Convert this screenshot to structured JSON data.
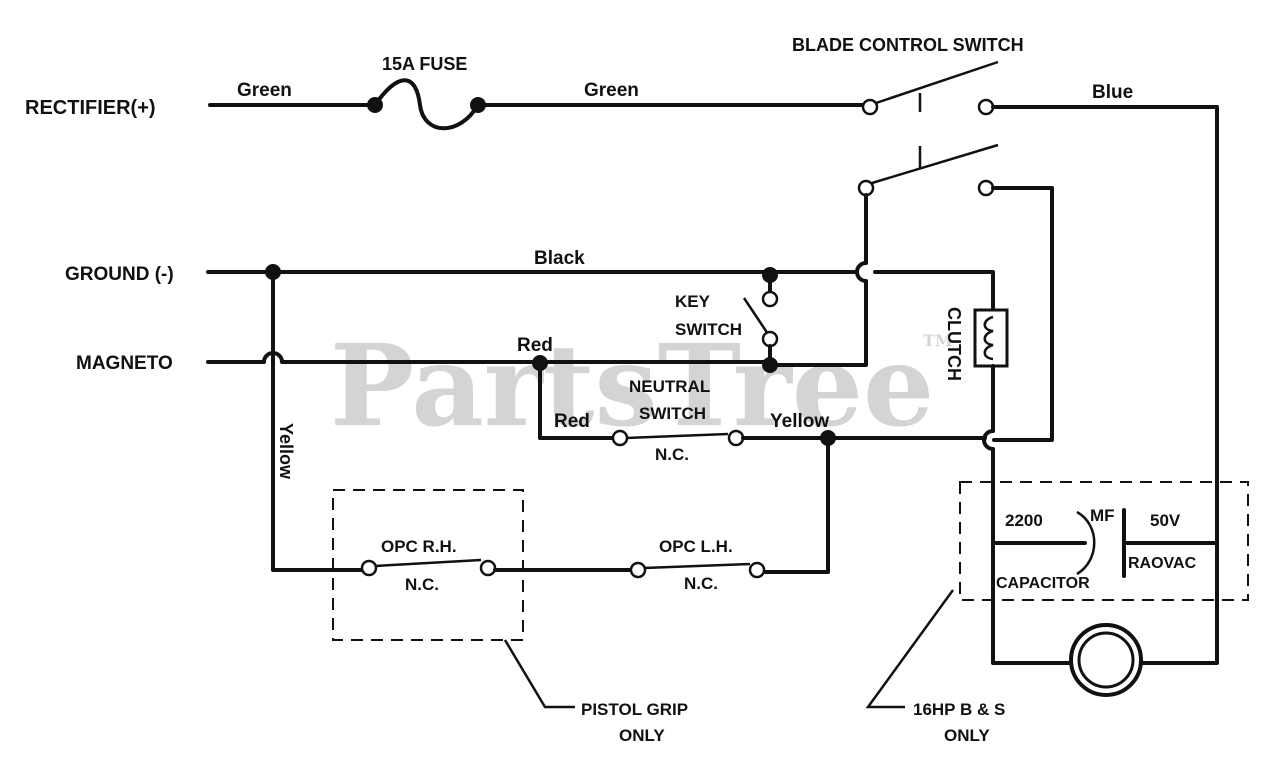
{
  "labels": {
    "rectifier": "RECTIFIER(+)",
    "ground": "GROUND (-)",
    "magneto": "MAGNETO",
    "green_left": "Green",
    "fuse": "15A FUSE",
    "green_right": "Green",
    "blade_switch": "BLADE CONTROL SWITCH",
    "blue": "Blue",
    "black": "Black",
    "key_switch_1": "KEY",
    "key_switch_2": "SWITCH",
    "clutch": "CLUTCH",
    "red_top": "Red",
    "neutral_1": "NEUTRAL",
    "neutral_2": "SWITCH",
    "red_lower": "Red",
    "yellow_right": "Yellow",
    "nc_neutral": "N.C.",
    "yellow_left": "Yellow",
    "opc_rh": "OPC R.H.",
    "nc_rh": "N.C.",
    "opc_lh": "OPC L.H.",
    "nc_lh": "N.C.",
    "cap_value": "2200",
    "cap_unit": "MF",
    "cap_voltage": "50V",
    "capacitor": "CAPACITOR",
    "raovac": "RAOVAC",
    "pistol_1": "PISTOL GRIP",
    "pistol_2": "ONLY",
    "engine_1": "16HP B & S",
    "engine_2": "ONLY"
  },
  "watermark": {
    "text": "PartsTree",
    "tm": "TM"
  }
}
